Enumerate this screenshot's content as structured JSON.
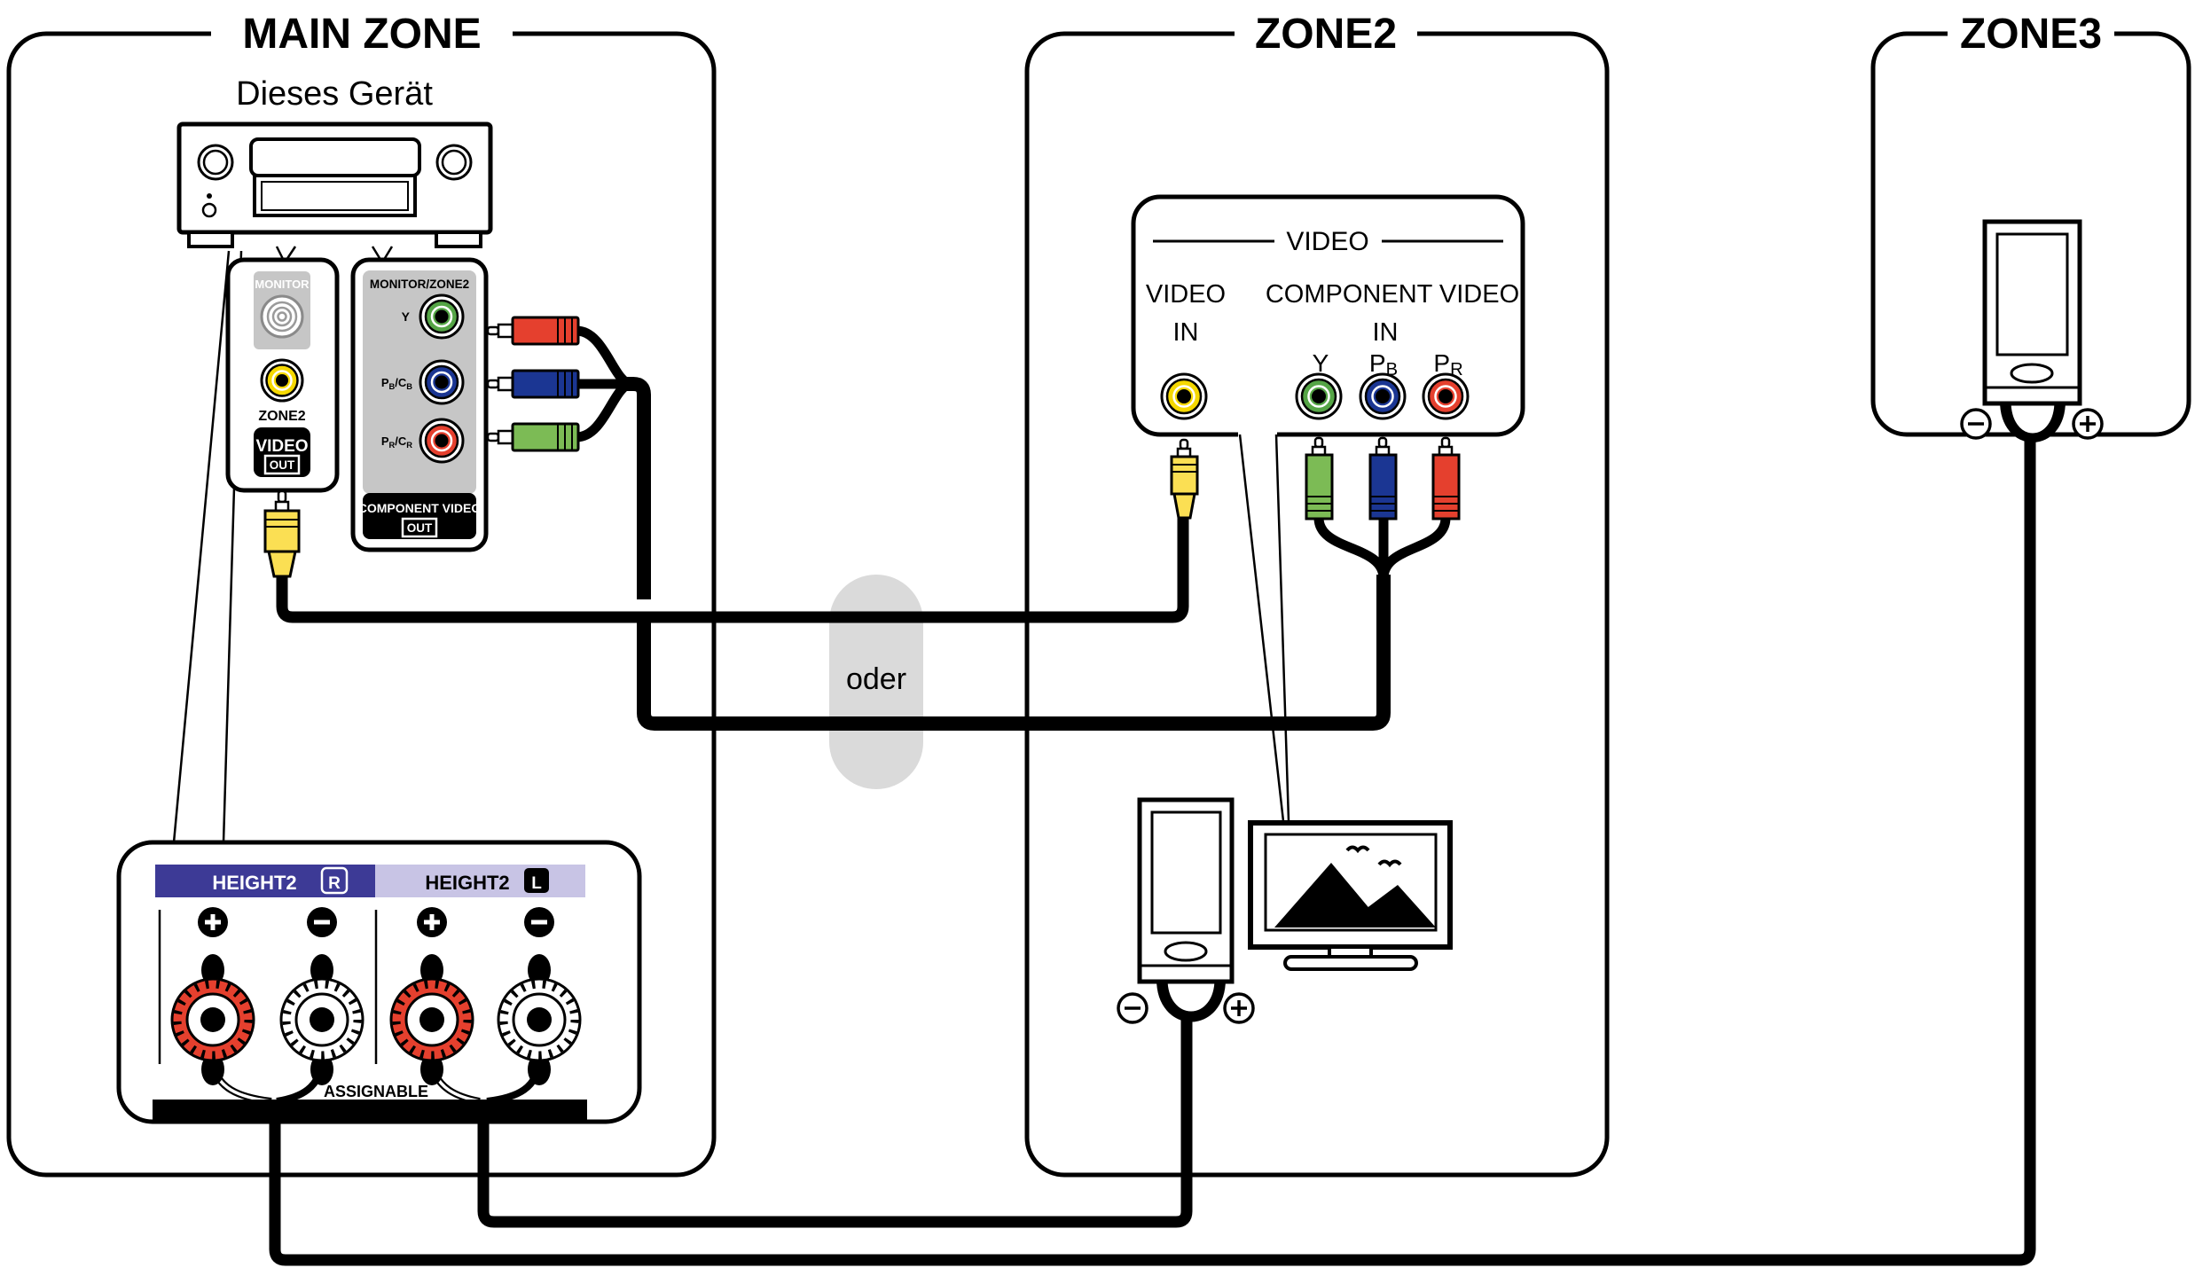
{
  "zones": {
    "main_zone": {
      "title": "MAIN ZONE"
    },
    "zone2": {
      "title": "ZONE2"
    },
    "zone3": {
      "title": "ZONE3"
    }
  },
  "receiver": {
    "label": "Dieses Gerät"
  },
  "video_out_panel": {
    "monitor": "MONITOR",
    "zone2": "ZONE2",
    "video": "VIDEO",
    "out": "OUT"
  },
  "component_out_panel": {
    "header": "MONITOR/ZONE2",
    "y": "Y",
    "pb_main": "P",
    "pb_sub": "B",
    "pb_mid": "/C",
    "pb_sub2": "B",
    "pr_main": "P",
    "pr_sub": "R",
    "pr_mid": "/C",
    "pr_sub2": "R",
    "footer": "COMPONENT VIDEO",
    "out": "OUT"
  },
  "speaker_terminals": {
    "right_title": "HEIGHT2",
    "right_channel": "R",
    "left_title": "HEIGHT2",
    "left_channel": "L",
    "assignable": "ASSIGNABLE"
  },
  "zone2_panel": {
    "header": "VIDEO",
    "video": "VIDEO",
    "video_in": "IN",
    "component": "COMPONENT VIDEO",
    "component_in": "IN",
    "y": "Y",
    "pb_main": "P",
    "pb_sub": "B",
    "pr_main": "P",
    "pr_sub": "R"
  },
  "labels": {
    "or": "oder"
  },
  "colors": {
    "yellow": "#F5D800",
    "yellow_light": "#FBDF53",
    "red": "#E5402E",
    "blue": "#1B3693",
    "green": "#55A546",
    "green_light": "#7CBB55",
    "panel_gray": "#C6C6C6",
    "header_blue": "#3D3A96",
    "header_lavender": "#C8C4E5",
    "pill_gray": "#DADADA"
  }
}
